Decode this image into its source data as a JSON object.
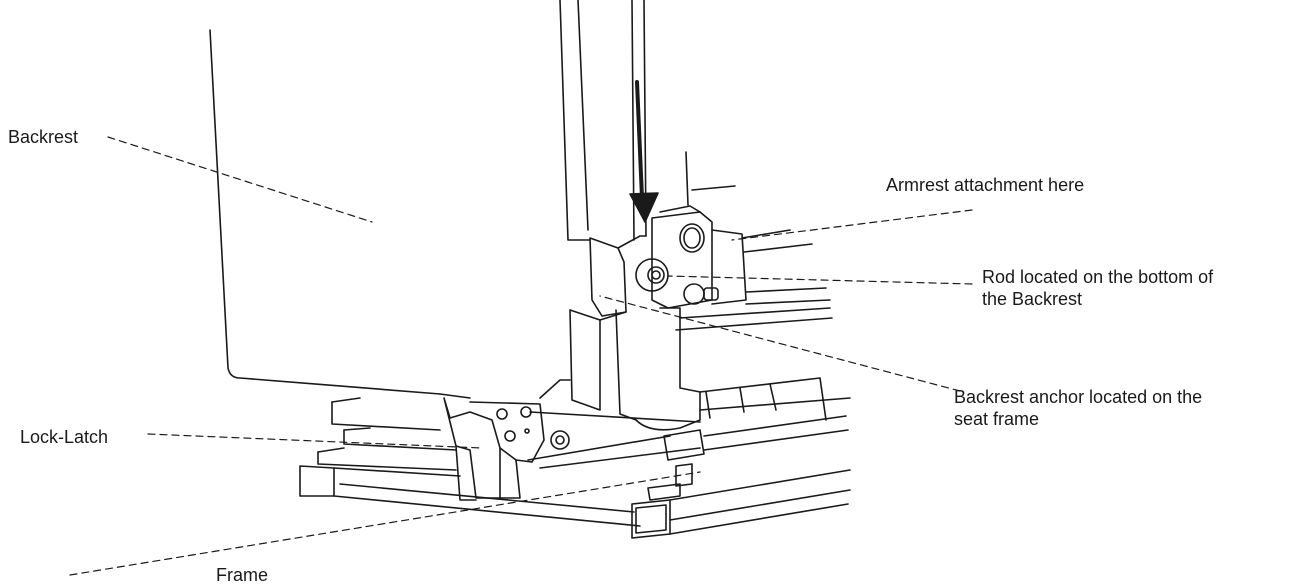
{
  "labels": {
    "backrest": "Backrest",
    "armrest": "Armrest attachment here",
    "rod": [
      "Rod located on the bottom of",
      "the Backrest"
    ],
    "anchor": [
      "Backrest anchor located on the",
      "seat frame"
    ],
    "lock_latch": "Lock-Latch",
    "frame": "Frame"
  },
  "colors": {
    "line": "#1a1a1a",
    "background": "#ffffff"
  }
}
